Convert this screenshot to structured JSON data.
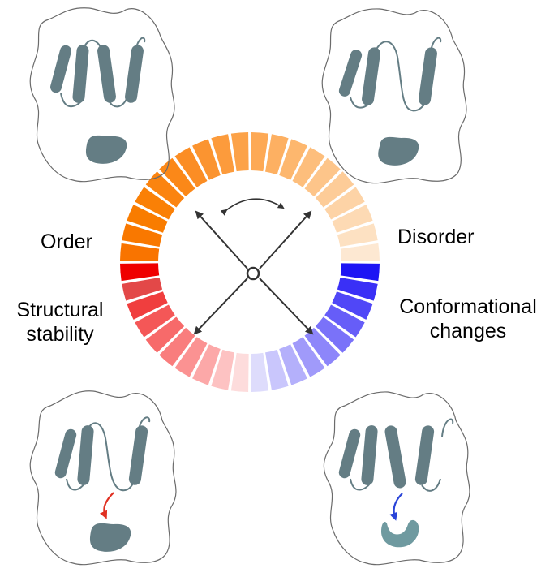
{
  "labels": {
    "order": "Order",
    "disorder": "Disorder",
    "structural_1": "Structural",
    "structural_2": "stability",
    "conformational_1": "Conformational",
    "conformational_2": "changes"
  },
  "colors": {
    "protein": "#647d84",
    "protein_light": "#6f9aa0",
    "outline": "#6b6b6b",
    "arrow": "#333333",
    "red_arrow": "#e03022",
    "blue_arrow": "#2a44d8"
  },
  "ring": {
    "segments": [
      {
        "color": "#ffffff"
      },
      {
        "color": "#fde8d2"
      },
      {
        "color": "#fde1c2"
      },
      {
        "color": "#fddab4"
      },
      {
        "color": "#fdd3a6"
      },
      {
        "color": "#fdcc98"
      },
      {
        "color": "#fdc58a"
      },
      {
        "color": "#fdbe7c"
      },
      {
        "color": "#fdb76e"
      },
      {
        "color": "#fdb062"
      },
      {
        "color": "#fda955"
      },
      {
        "color": "#fca248"
      },
      {
        "color": "#fc9b3c"
      },
      {
        "color": "#fb9430"
      },
      {
        "color": "#fb8d24"
      },
      {
        "color": "#fb8818"
      },
      {
        "color": "#fb8410"
      },
      {
        "color": "#fa8006"
      },
      {
        "color": "#f97c00"
      },
      {
        "color": "#f97800"
      },
      {
        "color": "#f97400"
      },
      {
        "color": "#ef0000"
      },
      {
        "color": "#e34848"
      },
      {
        "color": "#f03e3e"
      },
      {
        "color": "#f45757"
      },
      {
        "color": "#f76a6a"
      },
      {
        "color": "#f97d7d"
      },
      {
        "color": "#fb9292"
      },
      {
        "color": "#fca8a8"
      },
      {
        "color": "#fdc2c2"
      },
      {
        "color": "#fddcdc"
      },
      {
        "color": "#dedcfc"
      },
      {
        "color": "#c9c6fc"
      },
      {
        "color": "#b4b0fb"
      },
      {
        "color": "#a09afa"
      },
      {
        "color": "#8d86fa"
      },
      {
        "color": "#7a72f9"
      },
      {
        "color": "#665df8"
      },
      {
        "color": "#5047f7"
      },
      {
        "color": "#3a30f6"
      },
      {
        "color": "#1d14f4"
      }
    ]
  }
}
